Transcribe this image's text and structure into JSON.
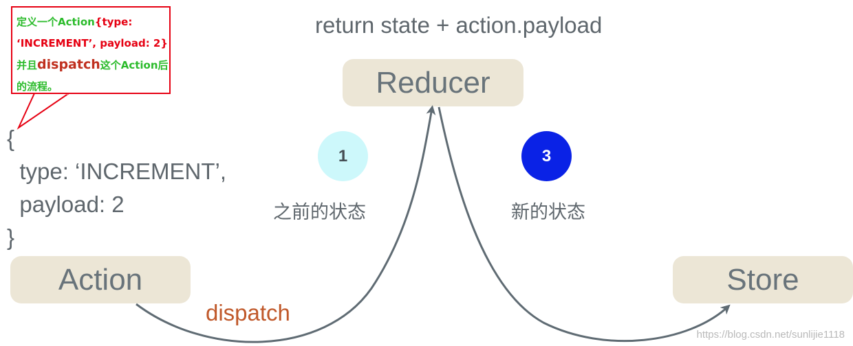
{
  "callout": {
    "line1_green": "定义一个Action",
    "line1_red": "{type:",
    "line2_red": "‘INCREMENT’, payload: 2}",
    "line3_green_a": "并且",
    "line3_bold": "dispatch",
    "line3_green_b": "这个Action后",
    "line4_green": "的流程。"
  },
  "top_label": "return state + action.payload",
  "nodes": {
    "reducer": "Reducer",
    "action": "Action",
    "store": "Store"
  },
  "code": {
    "open": "{",
    "line1": "  type: ‘INCREMENT’,",
    "line2": "  payload: 2",
    "close": "}"
  },
  "steps": {
    "step1": {
      "number": "1",
      "label": "之前的状态",
      "color": "#cdf8fb"
    },
    "step3": {
      "number": "3",
      "label": "新的状态",
      "color": "#0a22e6"
    }
  },
  "dispatch_label": "dispatch",
  "watermark": "https://blog.csdn.net/sunlijie1118",
  "colors": {
    "node_bg": "#ece6d6",
    "arrow": "#5f6b73",
    "dispatch": "#c0582a",
    "callout_border": "#e60012"
  }
}
